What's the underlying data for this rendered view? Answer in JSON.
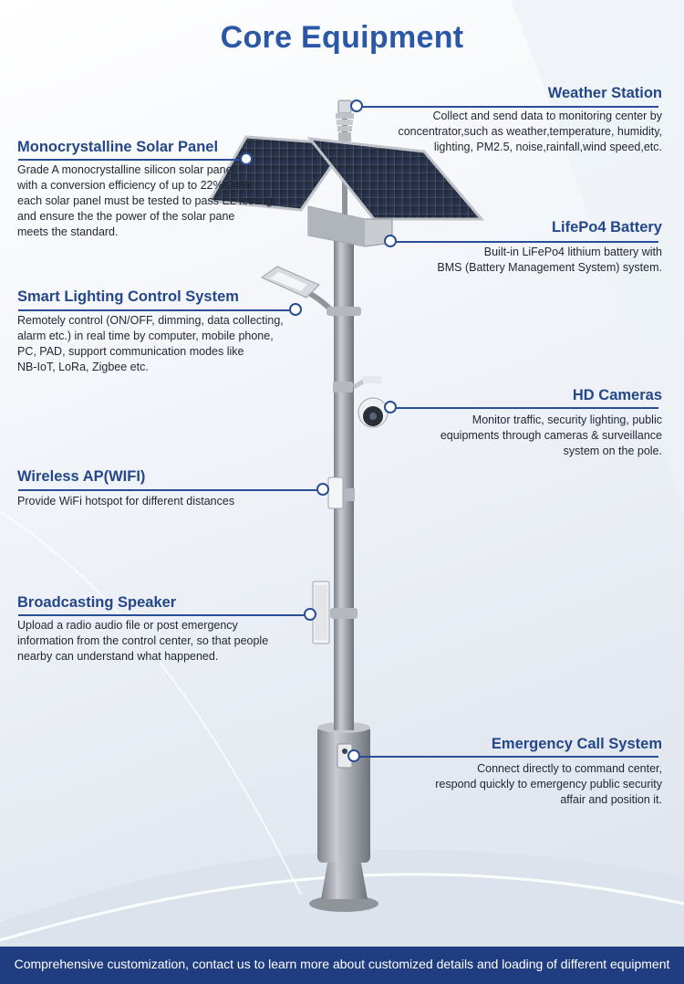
{
  "title": "Core Equipment",
  "footer": "Comprehensive customization, contact us to learn more about customized details and loading of different equipment",
  "colors": {
    "heading": "#2a57a6",
    "accent": "#2a4e95",
    "footer_bg": "#1f3d80",
    "pole": "#9ea3aa"
  },
  "callouts": {
    "weather": {
      "title": "Weather Station",
      "desc": [
        "Collect and send data to monitoring center by",
        "concentrator,such as weather,temperature, humidity,",
        "lighting, PM2.5, noise,rainfall,wind speed,etc."
      ]
    },
    "solar": {
      "title": "Monocrystalline Solar Panel",
      "desc": [
        "Grade A monocrystalline silicon solar panel,",
        "with a conversion efficiency of up to 22%-24%.",
        "each solar panel must be tested to pass EL testing,",
        "and ensure the the power of the solar pane",
        "meets the standard."
      ]
    },
    "battery": {
      "title": "LifePo4 Battery",
      "desc": [
        "Built-in LiFePo4 lithium battery with",
        "BMS (Battery Management System) system."
      ]
    },
    "lighting": {
      "title": "Smart Lighting Control System",
      "desc": [
        "Remotely control (ON/OFF, dimming, data collecting,",
        "alarm etc.) in real time by computer, mobile phone,",
        "PC, PAD, support communication modes like",
        "NB-IoT, LoRa, Zigbee etc."
      ]
    },
    "cameras": {
      "title": "HD Cameras",
      "desc": [
        "Monitor traffic, security lighting, public",
        "equipments through cameras & surveillance",
        "system on the pole."
      ]
    },
    "wifi": {
      "title": "Wireless AP(WIFI)",
      "desc": [
        "Provide WiFi hotspot for different distances"
      ]
    },
    "speaker": {
      "title": "Broadcasting Speaker",
      "desc": [
        "Upload a radio audio file or post emergency",
        "information from the control center, so that people",
        "nearby can understand what happened."
      ]
    },
    "emergency": {
      "title": "Emergency Call System",
      "desc": [
        "Connect directly to command center,",
        "respond quickly to emergency public security",
        "affair and position it."
      ]
    }
  }
}
